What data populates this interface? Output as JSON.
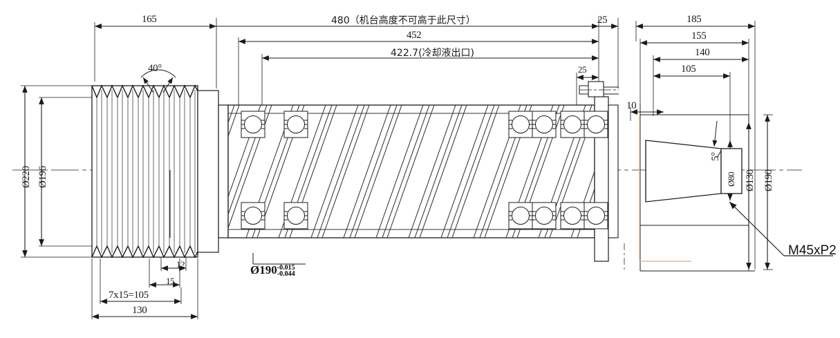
{
  "drawing": {
    "title": "Spindle assembly cross-section technical drawing",
    "line_color": "#1a1a1a",
    "accent_color": "#d9bc9a",
    "background": "#ffffff"
  },
  "dimensions": {
    "top": [
      {
        "name": "dim-165",
        "value": "165"
      },
      {
        "name": "dim-480",
        "value": "480（机台高度不可高于此尺寸）"
      },
      {
        "name": "dim-452",
        "value": "452"
      },
      {
        "name": "dim-422-7",
        "value": "422.7(冷却液出口)"
      },
      {
        "name": "dim-25-upper",
        "value": "25"
      },
      {
        "name": "dim-25-lower",
        "value": "25"
      },
      {
        "name": "dim-185",
        "value": "185"
      },
      {
        "name": "dim-155",
        "value": "155"
      },
      {
        "name": "dim-140",
        "value": "140"
      },
      {
        "name": "dim-105",
        "value": "105"
      },
      {
        "name": "dim-10",
        "value": "10"
      }
    ],
    "left_diameters": [
      {
        "name": "dia-220",
        "value": "Ø220"
      },
      {
        "name": "dia-196",
        "value": "Ø196"
      }
    ],
    "right_diameters": [
      {
        "name": "dia-80",
        "value": "Ø80"
      },
      {
        "name": "dia-130",
        "value": "Ø130"
      },
      {
        "name": "dia-190",
        "value": "Ø190"
      }
    ],
    "bottom": [
      {
        "name": "dim-12",
        "value": "12"
      },
      {
        "name": "dim-15",
        "value": "15"
      },
      {
        "name": "dim-7x15",
        "value": "7x15=105"
      },
      {
        "name": "dim-130",
        "value": "130"
      }
    ],
    "angles": [
      {
        "name": "angle-40",
        "value": "40°"
      },
      {
        "name": "angle-5",
        "value": "5°"
      }
    ],
    "tolerance_callout": {
      "name": "tolerance-dia-190",
      "base": "Ø190",
      "upper": "-0.015",
      "lower": "-0.044"
    },
    "thread_callout": {
      "name": "thread-m45xp2",
      "value": "M45xP2"
    }
  }
}
